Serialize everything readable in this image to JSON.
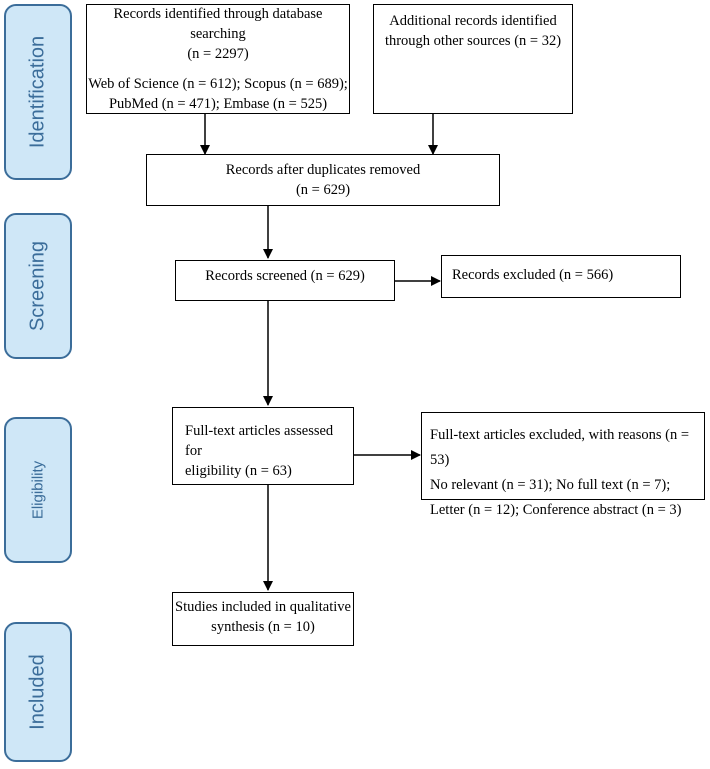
{
  "stages": {
    "identification": "Identification",
    "screening": "Screening",
    "eligibility": "Eligibility",
    "included": "Included"
  },
  "boxes": {
    "database": {
      "line1": "Records identified through database searching",
      "line2": "(n = 2297)",
      "line3": "Web of Science (n = 612); Scopus (n = 689);",
      "line4": "PubMed (n = 471); Embase (n = 525)"
    },
    "other_sources": {
      "line1": "Additional records identified",
      "line2": "through other sources (n = 32)"
    },
    "duplicates_removed": {
      "line1": "Records after duplicates removed",
      "line2": "(n = 629)"
    },
    "screened": {
      "line1": "Records screened (n = 629)"
    },
    "excluded": {
      "line1": "Records excluded (n = 566)"
    },
    "fulltext": {
      "line1": "Full-text articles assessed for",
      "line2": "eligibility (n = 63)"
    },
    "fulltext_excluded": {
      "line1": "Full-text articles excluded, with reasons (n = 53)",
      "line2": "No relevant (n = 31); No full text (n = 7);",
      "line3": "Letter (n = 12); Conference abstract (n = 3)"
    },
    "included": {
      "line1": "Studies included in qualitative",
      "line2": "synthesis (n = 10)"
    }
  }
}
